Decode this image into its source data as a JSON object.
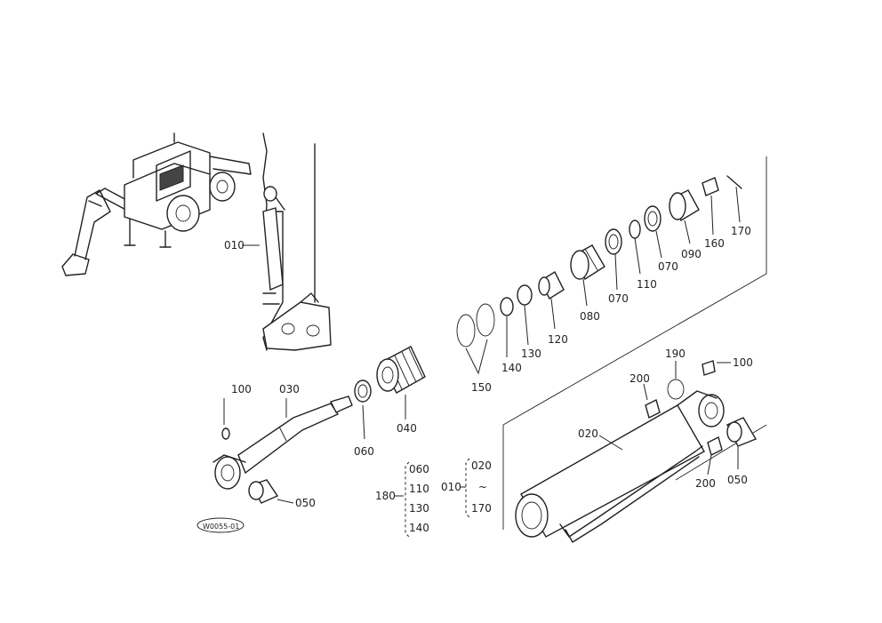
{
  "labels": {
    "p010": "010",
    "p020": "020",
    "p030": "030",
    "p040": "040",
    "p050a": "050",
    "p050b": "050",
    "p060": "060",
    "p070a": "070",
    "p070b": "070",
    "p080": "080",
    "p090": "090",
    "p100a": "100",
    "p100b": "100",
    "p110": "110",
    "p120": "120",
    "p130": "130",
    "p140": "140",
    "p150": "150",
    "p160": "160",
    "p170": "170",
    "p190": "190",
    "p200a": "200",
    "p200b": "200"
  },
  "kit180": {
    "head": "180",
    "items": [
      "060",
      "110",
      "130",
      "140"
    ]
  },
  "kit010": {
    "head": "010",
    "from": "020",
    "tilde": "~",
    "to": "170"
  },
  "stamp": "W0055-01"
}
